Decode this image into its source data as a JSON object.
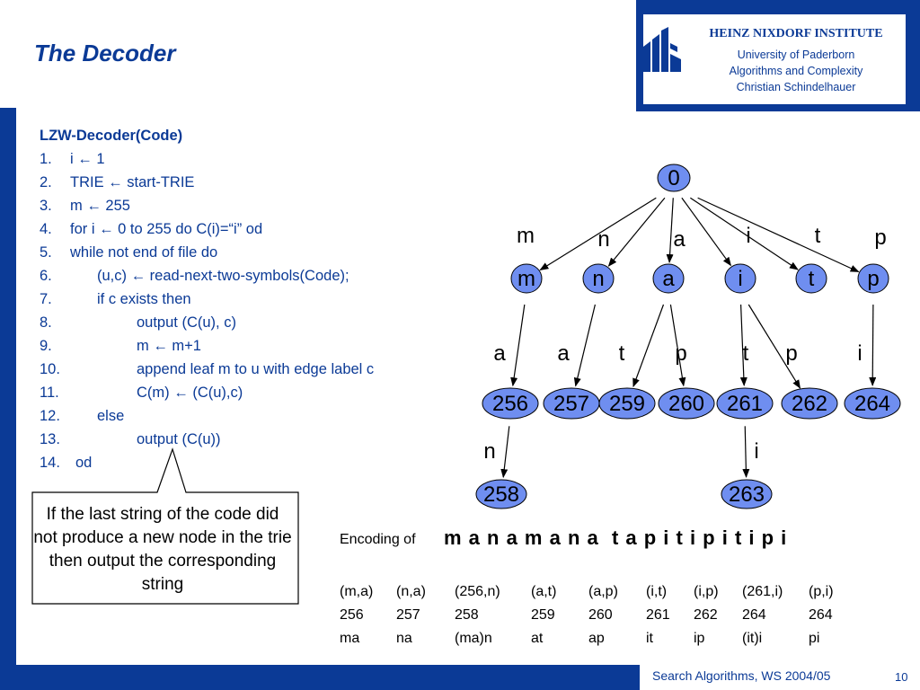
{
  "slide": {
    "title": "The Decoder",
    "footer": "Search Algorithms, WS 2004/05",
    "page_number": "10"
  },
  "institute": {
    "name": "HEINZ NIXDORF INSTITUTE",
    "line1": "University of Paderborn",
    "line2": "Algorithms and Complexity",
    "line3": "Christian Schindelhauer"
  },
  "algorithm": {
    "heading": "LZW-Decoder(Code)",
    "lines": [
      {
        "num": "1.",
        "text": "i ← 1"
      },
      {
        "num": "2.",
        "text": "TRIE ← start-TRIE"
      },
      {
        "num": "3.",
        "text": "m ← 255"
      },
      {
        "num": "4.",
        "text": "for i ← 0 to 255 do C(i)=“i” od"
      },
      {
        "num": "5.",
        "text": "while not end of file do"
      },
      {
        "num": "6.",
        "text": "(u,c) ← read-next-two-symbols(Code);"
      },
      {
        "num": "7.",
        "text": "if c exists then"
      },
      {
        "num": "8.",
        "text": "output (C(u), c)"
      },
      {
        "num": "9.",
        "text": "m ← m+1"
      },
      {
        "num": "10.",
        "text": "append leaf m to u with edge label c"
      },
      {
        "num": "11.",
        "text": "C(m) ← (C(u),c)"
      },
      {
        "num": "12.",
        "text": "else"
      },
      {
        "num": "13.",
        "text": "output (C(u))"
      },
      {
        "num": "14.",
        "text": "od"
      }
    ]
  },
  "callout": {
    "text": "If the last string of the code did not produce a new node in the trie then output the corresponding string"
  },
  "trie": {
    "root": "0",
    "level1": [
      {
        "node": "m",
        "edge": "m"
      },
      {
        "node": "n",
        "edge": "n"
      },
      {
        "node": "a",
        "edge": "a"
      },
      {
        "node": "i",
        "edge": "i"
      },
      {
        "node": "t",
        "edge": "t"
      },
      {
        "node": "p",
        "edge": "p"
      }
    ],
    "level2": [
      {
        "node": "256",
        "edge": "a"
      },
      {
        "node": "257",
        "edge": "a"
      },
      {
        "node": "259",
        "edge": "t"
      },
      {
        "node": "260",
        "edge": "p"
      },
      {
        "node": "261",
        "edge": "t"
      },
      {
        "node": "262",
        "edge": "p"
      },
      {
        "node": "264",
        "edge": "i"
      }
    ],
    "level3": [
      {
        "node": "258",
        "edge": "n"
      },
      {
        "node": "263",
        "edge": "i"
      }
    ]
  },
  "encoding": {
    "label": "Encoding of",
    "string": "m a n a m a n a  t a p i t i p i t i p i",
    "pairs": [
      "(m,a)",
      "(n,a)",
      "(256,n)",
      "(a,t)",
      "(a,p)",
      "(i,t)",
      "(i,p)",
      "(261,i)",
      "(p,i)"
    ],
    "codes": [
      "256",
      "257",
      "258",
      "259",
      "260",
      "261",
      "262",
      "264",
      "264"
    ],
    "strings": [
      "ma",
      "na",
      "(ma)n",
      "at",
      "ap",
      "it",
      "ip",
      "(it)i",
      "pi"
    ]
  },
  "colors": {
    "brand_blue": "#0b3a96",
    "node_fill": "#6f8ef0"
  }
}
